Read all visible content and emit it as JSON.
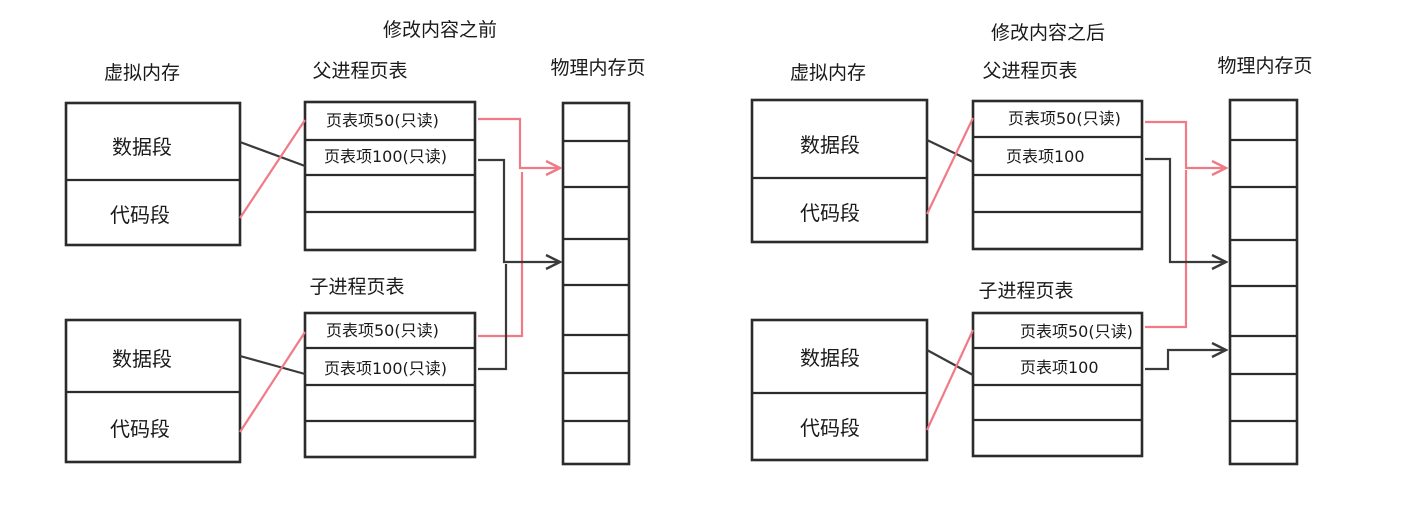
{
  "diagrams": [
    {
      "title": "修改内容之前",
      "virtual_memory_label": "虚拟内存",
      "parent_table_label": "父进程页表",
      "child_table_label": "子进程页表",
      "physical_memory_label": "物理内存页",
      "segments": {
        "data": "数据段",
        "code": "代码段"
      },
      "parent_rows": [
        "页表项50(只读)",
        "页表项100(只读)",
        "",
        ""
      ],
      "child_rows": [
        "页表项50(只读)",
        "页表项100(只读)",
        "",
        ""
      ],
      "frame_colors": [
        "#ffffff",
        "#f4a6c1",
        "#ffffff",
        "#97d4e6",
        "#ffffff",
        "#ffffff",
        "#ffffff",
        "#ffffff"
      ]
    },
    {
      "title": "修改内容之后",
      "virtual_memory_label": "虚拟内存",
      "parent_table_label": "父进程页表",
      "child_table_label": "子进程页表",
      "physical_memory_label": "物理内存页",
      "segments": {
        "data": "数据段",
        "code": "代码段"
      },
      "parent_rows": [
        "页表项50(只读)",
        "页表项100",
        "",
        ""
      ],
      "child_rows": [
        "页表项50(只读)",
        "页表项100",
        "",
        ""
      ],
      "frame_colors": [
        "#ffffff",
        "#f4a6c1",
        "#ffffff",
        "#97d4e6",
        "#ffffff",
        "#97d4e6",
        "#ffffff",
        "#ffffff"
      ]
    }
  ],
  "colors": {
    "shared_readonly": "#f07a86",
    "mapping": "#3a3a3a"
  }
}
